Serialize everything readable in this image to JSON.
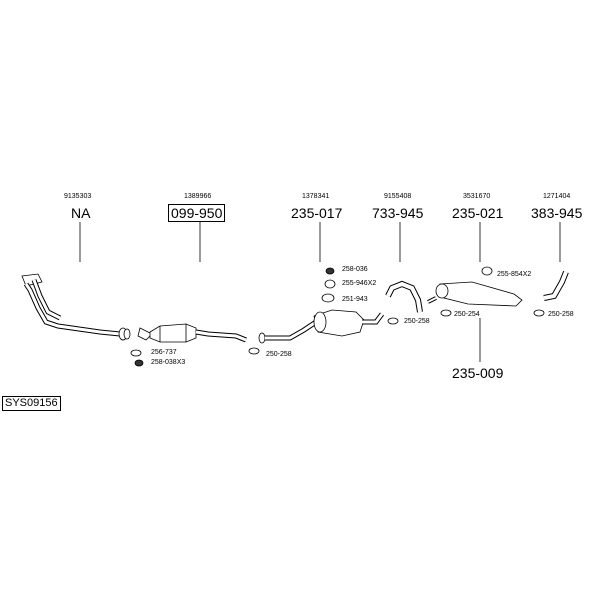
{
  "sections": [
    {
      "id": "front-pipe",
      "ref": "9135303",
      "part": "NA"
    },
    {
      "id": "catalyst",
      "ref": "1389966",
      "part": "099-950"
    },
    {
      "id": "front-silencer",
      "ref": "1378341",
      "part": "235-017"
    },
    {
      "id": "middle-pipe",
      "ref": "9155408",
      "part": "733-945"
    },
    {
      "id": "rear-silencer",
      "ref": "3531670",
      "part": "235-021"
    },
    {
      "id": "tail-pipe",
      "ref": "1271404",
      "part": "383-945"
    }
  ],
  "bottom_part": "235-009",
  "system_code": "SYS09156",
  "fittings": {
    "f1": "256-737",
    "f2": "258-038X3",
    "f3": "250-258",
    "f4": "258-036",
    "f5": "255-946X2",
    "f6": "251-943",
    "f7": "250-258",
    "f8": "255-854X2",
    "f9": "250-254",
    "f10": "250-258"
  }
}
